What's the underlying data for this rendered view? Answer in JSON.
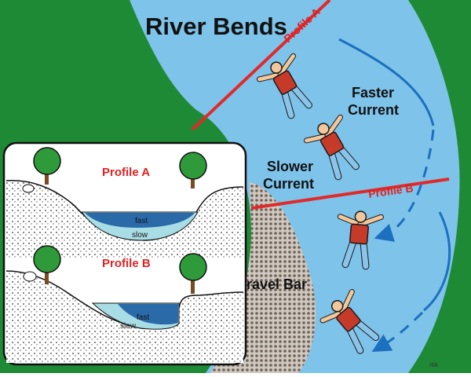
{
  "diagram": {
    "title": "River Bends",
    "labels": {
      "faster_current": [
        "Faster",
        "Current"
      ],
      "slower_current": [
        "Slower",
        "Current"
      ],
      "gravel_bar": "Gravel Bar",
      "profile_a_line": "Profile A",
      "profile_b_line": "Profile B",
      "credit": "rbk"
    },
    "inset": {
      "profile_a": {
        "title": "Profile A",
        "fast": "fast",
        "slow": "slow"
      },
      "profile_b": {
        "title": "Profile B",
        "fast": "fast",
        "slow": "slow"
      }
    },
    "colors": {
      "land": "#1e8a35",
      "water": "#7ec3ea",
      "current_arrow": "#1d6fbf",
      "profile_line": "#e02a2a",
      "gravel": "#8a7a6a",
      "deep_water": "#2a6aa8",
      "shallow_water": "#a9dde6"
    }
  }
}
